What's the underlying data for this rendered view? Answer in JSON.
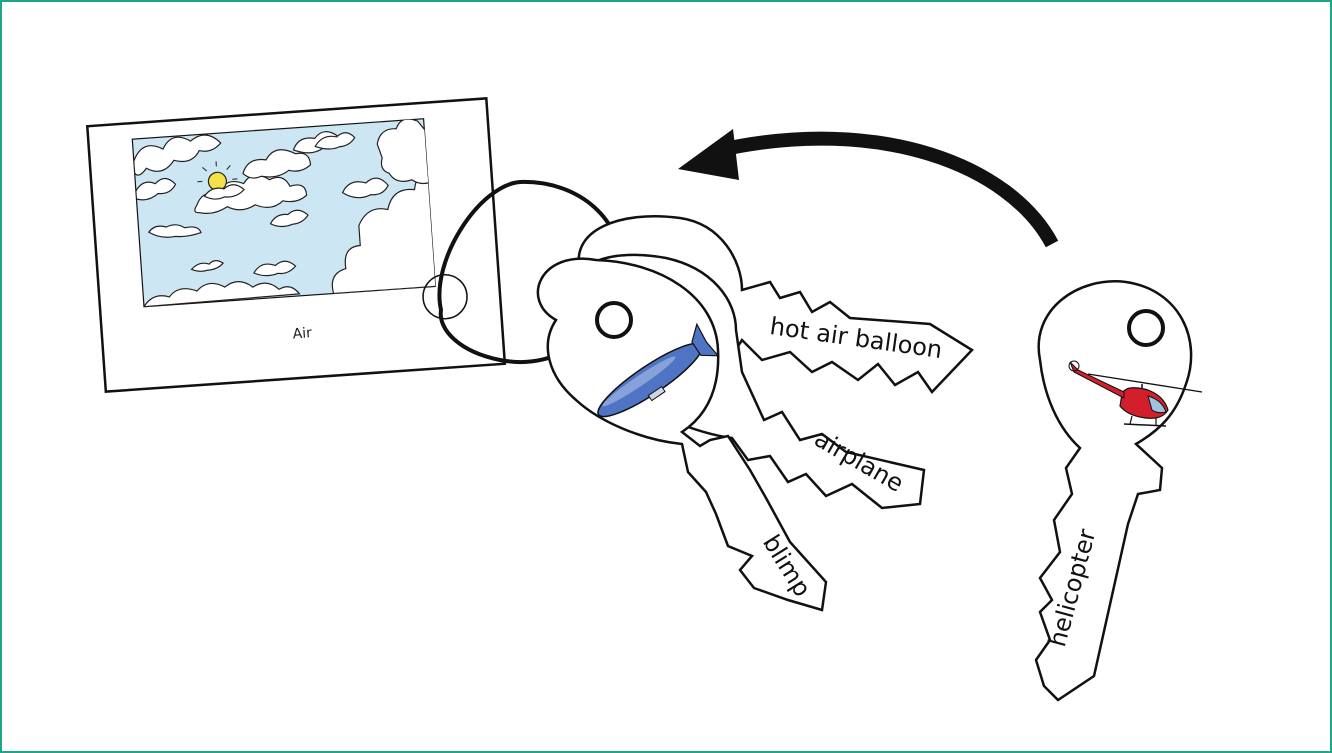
{
  "card": {
    "label": "Air",
    "picture": "sky-with-clouds-and-sun",
    "sky_color": "#cde6f3",
    "sun_color": "#f5e04a"
  },
  "keys": [
    {
      "label": "hot air balloon",
      "picture": null
    },
    {
      "label": "airplane",
      "picture": null
    },
    {
      "label": "blimp",
      "picture": "blimp-icon"
    },
    {
      "label": "helicopter",
      "picture": "helicopter-icon"
    }
  ],
  "arrow": {
    "direction": "helicopter key onto ring"
  },
  "colors": {
    "frame_border": "#20a58a",
    "blimp": "#4f74c4",
    "helicopter": "#d21f2b"
  }
}
